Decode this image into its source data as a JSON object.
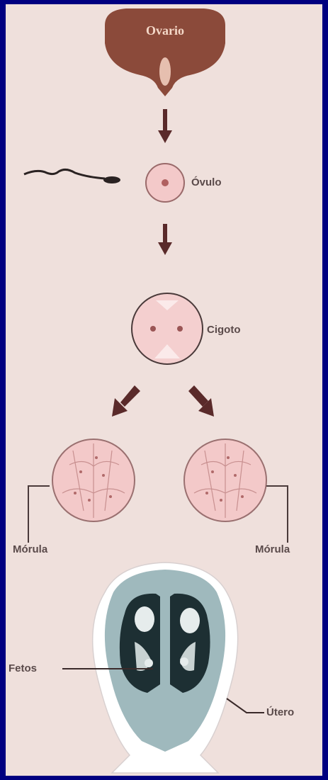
{
  "labels": {
    "ovary": "Ovario",
    "ovulo": "Óvulo",
    "cigoto": "Cigoto",
    "morula_left": "Mórula",
    "morula_right": "Mórula",
    "fetos": "Fetos",
    "utero": "Útero"
  },
  "colors": {
    "border": "#000080",
    "background": "#efe0dc",
    "ovary": "#8b4a3a",
    "arrow": "#5a2a2a",
    "cell_fill": "#f3c9c9",
    "cell_stroke": "#9a6a6a",
    "uterus_wall": "#ffffff",
    "amniotic": "#9fb9bd",
    "fetus_dark": "#1d2f33"
  }
}
